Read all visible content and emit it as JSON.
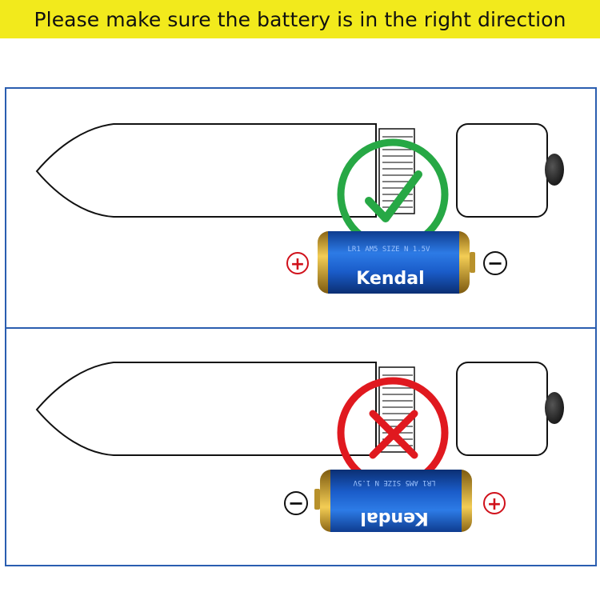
{
  "header": {
    "text": "Please make sure the battery is in the right direction"
  },
  "colors": {
    "banner": "#f2ea1c",
    "panel_border": "#2a5db0",
    "correct": "#27a845",
    "wrong": "#e0191f",
    "plus_sign": "#d0111b",
    "battery_blue": "#1457c9",
    "battery_gold": "#d9a92a"
  },
  "panels": [
    {
      "status": "correct",
      "status_icon": "check-icon",
      "battery_brand": "Kendal",
      "battery_print": "LR1 AM5 SIZE N 1.5V",
      "left_terminal": "+",
      "right_terminal": "−"
    },
    {
      "status": "wrong",
      "status_icon": "cross-icon",
      "battery_brand": "Kendal",
      "battery_print": "LR1 AM5 SIZE N 1.5V",
      "left_terminal": "−",
      "right_terminal": "+"
    }
  ]
}
